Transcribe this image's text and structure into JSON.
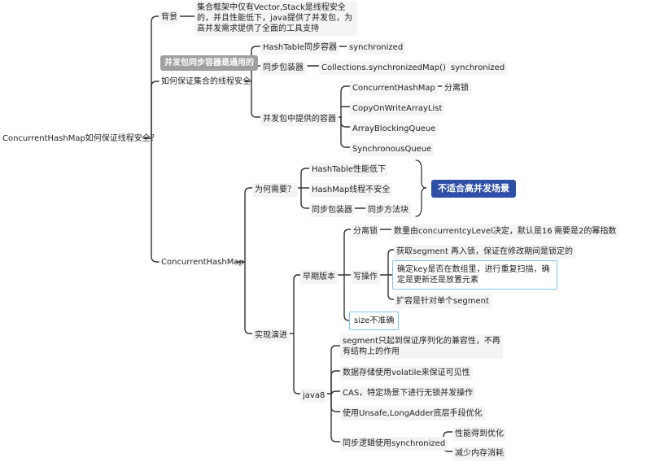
{
  "root": "ConcurrentHashMap如何保证线程安全？",
  "bg": {
    "label": "背景",
    "text": "集合框架中仅有Vector,Stack是线程安全的，并且性能低下，java提供了并发包，为高并发需求提供了全面的工具支持"
  },
  "how": {
    "label": "如何保证集合的线程安全",
    "tag": "并发包同步容器是通用的",
    "hashtable": "HashTable同步容器",
    "hashtable_sync": "synchronized",
    "wrapper": "同步包装器",
    "collections": "Collections.synchronizedMap()",
    "collections_sync": "synchronized",
    "concurrent_pkg": "并发包中提供的容器",
    "chm": "ConcurrentHashMap",
    "chm_note": "分离锁",
    "cow": "CopyOnWriteArrayList",
    "abq": "ArrayBlockingQueue",
    "sq": "SynchronousQueue"
  },
  "chm_branch": {
    "label": "ConcurrentHashMap",
    "why": {
      "label": "为何需要？",
      "ht": "HashTable性能低下",
      "hm": "HashMap线程不安全",
      "wrapper": "同步包装器",
      "wrapper_note": "同步方法块",
      "verdict": "不适合高并发场景"
    },
    "evolution": {
      "label": "实现演进",
      "early": {
        "label": "早期版本",
        "lock": "分离锁",
        "lock_detail": "数量由concurrentcyLevel决定，默认是16",
        "lock_note": "需要是2的幂指数",
        "write": "写操作",
        "w1": "获取segment 再入锁，保证在修改期间是锁定的",
        "w2": "确定key是否在数组里，进行重复扫描，确定是更新还是放置元素",
        "w3": "扩容是针对单个segment",
        "size": "size不准确"
      },
      "java8": {
        "label": "java8",
        "j1": "segment只起到保证序列化的兼容性，不再有结构上的作用",
        "j2": "数据存储使用volatile来保证可见性",
        "j3": "CAS，特定场景下进行无锁并发操作",
        "j4": "使用Unsafe,LongAdder底层手段优化",
        "j5": "同步逻辑使用synchronized",
        "j5a": "性能得到优化",
        "j5b": "减少内存消耗"
      }
    }
  }
}
